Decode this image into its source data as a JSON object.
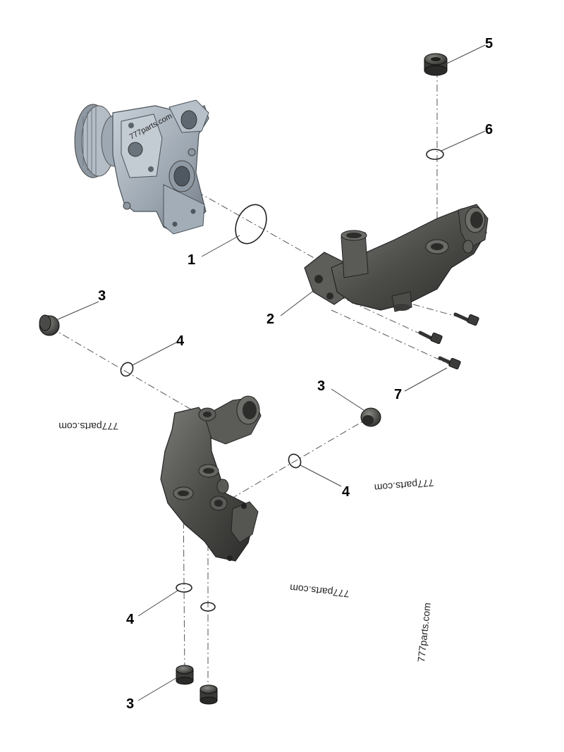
{
  "watermark": "777parts.com",
  "callouts": {
    "c1": "1",
    "c2": "2",
    "c3a": "3",
    "c3b": "3",
    "c3c": "3",
    "c4a": "4",
    "c4b": "4",
    "c4c": "4",
    "c5": "5",
    "c6": "6",
    "c7": "7"
  },
  "colors": {
    "pump_body": "#a9b2bc",
    "pump_shadow": "#7d8791",
    "housing": "#4a4a48",
    "housing_light": "#6e6e6b",
    "housing_dark": "#2e2e2c"
  }
}
